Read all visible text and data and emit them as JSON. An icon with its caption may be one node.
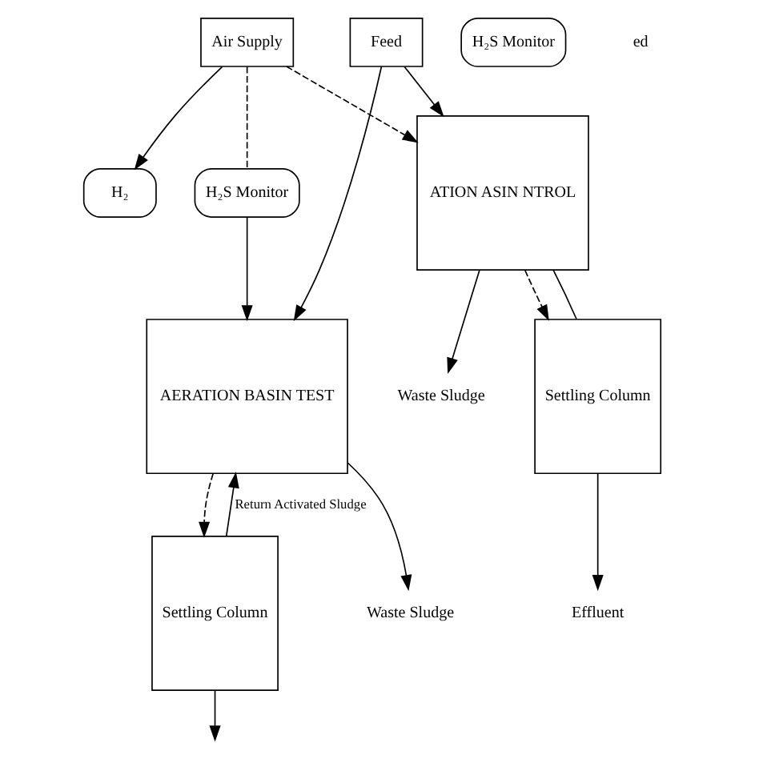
{
  "diagram": {
    "nodes": [
      {
        "text": [
          "Feed"
        ]
      },
      {
        "text": [
          "H₂S Monitor"
        ]
      },
      {
        "text": [
          "ATION ASIN NTROL"
        ]
      },
      {
        "text": [
          "Waste Sludge"
        ]
      },
      {
        "text": [
          "Settling Column"
        ]
      },
      {
        "text": [
          "Effluent"
        ]
      },
      {
        "text": [
          "AERATION BASIN TEST"
        ]
      },
      {
        "text": [
          "Waste Sludge"
        ]
      },
      {
        "text": [
          "Settling Column"
        ]
      },
      {
        "text": [
          "H₂S Monitor"
        ]
      },
      {
        "text": [
          "Air Supply"
        ]
      },
      {
        "text": [
          "H₂"
        ]
      }
    ],
    "edges": [
      {
        "from": 0,
        "to": 2,
        "arrow": "to"
      },
      {
        "from": 0,
        "to": 6,
        "arrow": "to"
      },
      {
        "from": 2,
        "to": 3,
        "arrow": "to"
      },
      {
        "from": 2,
        "to": 4,
        "arrow": "to",
        "style": "dashed"
      },
      {
        "from": 4,
        "to": 5,
        "arrow": "to"
      },
      {
        "from": 4,
        "to": 2,
        "arrow": "none"
      },
      {
        "from": 6,
        "to": 7,
        "arrow": "to"
      },
      {
        "from": 6,
        "to": 8,
        "arrow": "to",
        "style": "dashed"
      },
      {
        "from": 8,
        "to": null,
        "arrow": "to"
      },
      {
        "from": 8,
        "to": 6,
        "arrow": "to",
        "label": "Return Activated Sludge"
      },
      {
        "from": 10,
        "to": 2,
        "arrow": "to",
        "style": "dashed"
      },
      {
        "from": 10,
        "to": 9,
        "arrow": "none",
        "style": "dashed"
      },
      {
        "from": 9,
        "to": 6,
        "arrow": "to"
      },
      {
        "from": 10,
        "to": 11,
        "arrow": "to"
      }
    ],
    "labels": [
      "ed"
    ]
  }
}
